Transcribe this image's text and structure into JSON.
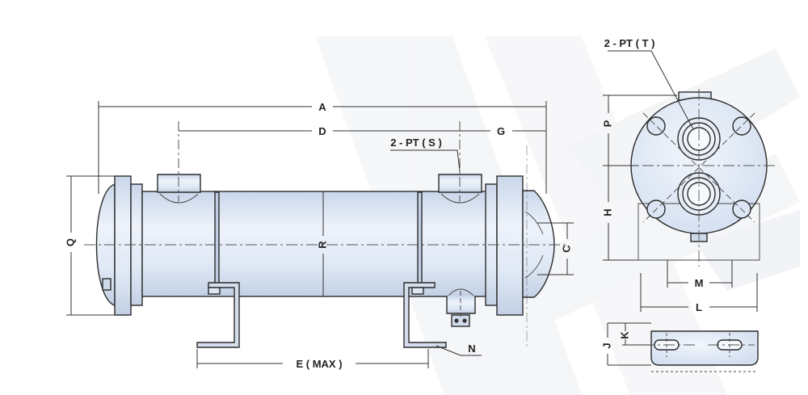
{
  "labels": {
    "A": "A",
    "D": "D",
    "G": "G",
    "PT_S": "2 - PT ( S )",
    "PT_T": "2 - PT ( T )",
    "Q": "Q",
    "R": "R",
    "C": "C",
    "E": "E  ( MAX )",
    "N": "N",
    "P": "P",
    "H": "H",
    "M": "M",
    "L": "L",
    "J": "J",
    "K": "K"
  },
  "colors": {
    "body": "#dfe8f5",
    "body_light": "#eef3fb",
    "body_dark": "#c6d3e6",
    "outline": "#2b2b2b",
    "bg_stripe": "#eceef2"
  }
}
